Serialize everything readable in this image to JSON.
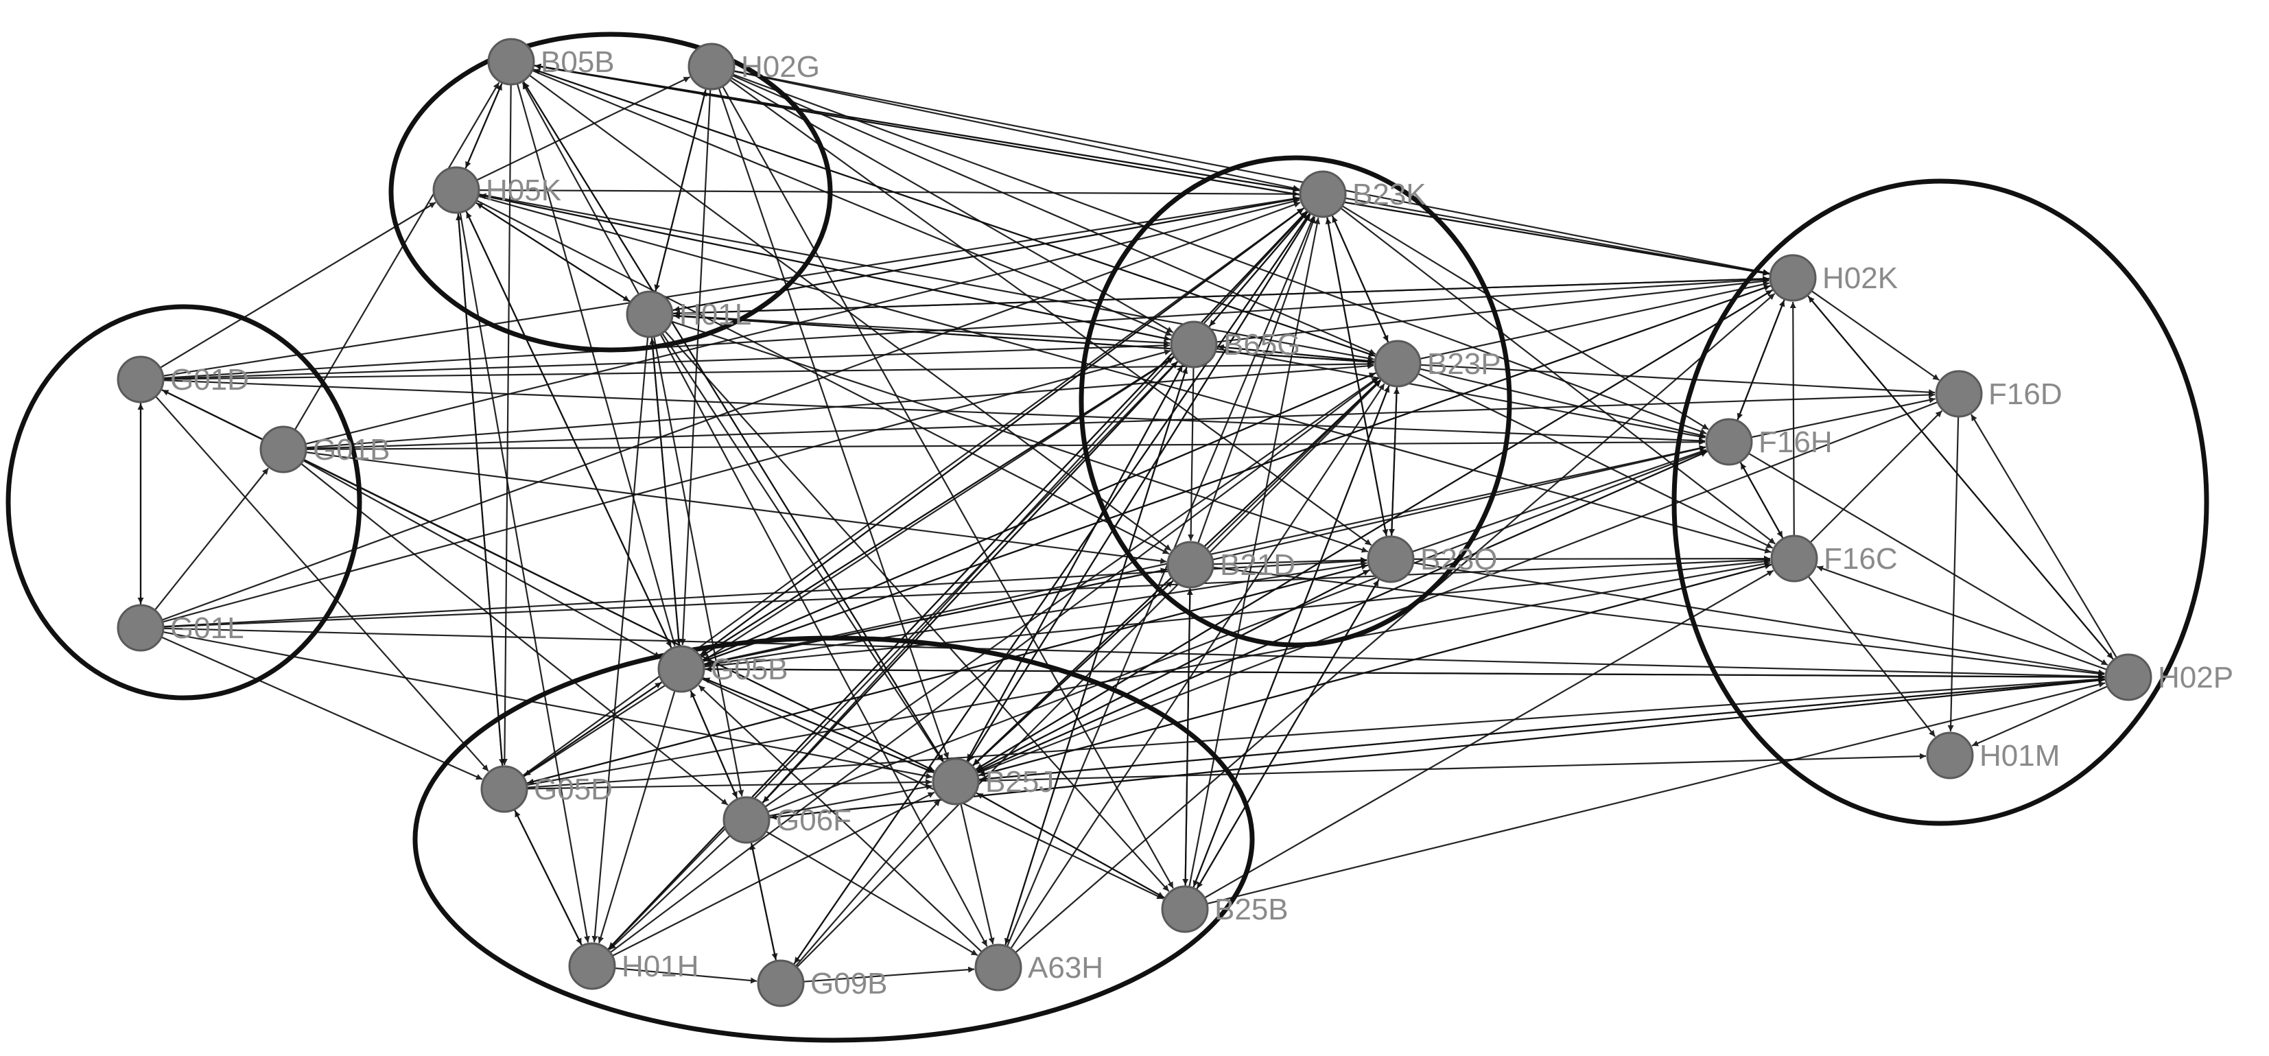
{
  "diagram": {
    "type": "directed-network",
    "clusters": [
      {
        "id": "cluster-upper-left",
        "members": [
          "B05B",
          "H02G",
          "H05K",
          "H01L"
        ]
      },
      {
        "id": "cluster-left",
        "members": [
          "G01D",
          "G01B",
          "G01L"
        ]
      },
      {
        "id": "cluster-center",
        "members": [
          "B23K",
          "B65G",
          "B23P",
          "B21D",
          "B23Q"
        ]
      },
      {
        "id": "cluster-right",
        "members": [
          "H02K",
          "F16D",
          "F16H",
          "F16C",
          "H02P",
          "H01M"
        ]
      },
      {
        "id": "cluster-bottom",
        "members": [
          "G05B",
          "G05D",
          "G06F",
          "B25J",
          "B25B",
          "H01H",
          "G09B",
          "A63H"
        ]
      }
    ],
    "nodes": [
      {
        "id": "B05B",
        "label": "B05B"
      },
      {
        "id": "H02G",
        "label": "H02G"
      },
      {
        "id": "H05K",
        "label": "H05K"
      },
      {
        "id": "H01L",
        "label": "H01L"
      },
      {
        "id": "G01D",
        "label": "G01D"
      },
      {
        "id": "G01B",
        "label": "G01B"
      },
      {
        "id": "G01L",
        "label": "G01L"
      },
      {
        "id": "B23K",
        "label": "B23K"
      },
      {
        "id": "B65G",
        "label": "B65G"
      },
      {
        "id": "B23P",
        "label": "B23P"
      },
      {
        "id": "B21D",
        "label": "B21D"
      },
      {
        "id": "B23Q",
        "label": "B23Q"
      },
      {
        "id": "H02K",
        "label": "H02K"
      },
      {
        "id": "F16D",
        "label": "F16D"
      },
      {
        "id": "F16H",
        "label": "F16H"
      },
      {
        "id": "F16C",
        "label": "F16C"
      },
      {
        "id": "H02P",
        "label": "H02P"
      },
      {
        "id": "H01M",
        "label": "H01M"
      },
      {
        "id": "G05B",
        "label": "G05B"
      },
      {
        "id": "G05D",
        "label": "G05D"
      },
      {
        "id": "G06F",
        "label": "G06F"
      },
      {
        "id": "B25J",
        "label": "B25J"
      },
      {
        "id": "B25B",
        "label": "B25B"
      },
      {
        "id": "H01H",
        "label": "H01H"
      },
      {
        "id": "G09B",
        "label": "G09B"
      },
      {
        "id": "A63H",
        "label": "A63H"
      }
    ],
    "edges": [
      [
        "H05K",
        "B05B"
      ],
      [
        "H01L",
        "B05B"
      ],
      [
        "H01L",
        "H02G"
      ],
      [
        "H05K",
        "H02G"
      ],
      [
        "B05B",
        "H05K"
      ],
      [
        "H01L",
        "H05K"
      ],
      [
        "H02G",
        "H01L"
      ],
      [
        "H05K",
        "H01L"
      ],
      [
        "G01B",
        "B05B"
      ],
      [
        "G01D",
        "H05K"
      ],
      [
        "B05B",
        "B23K"
      ],
      [
        "B05B",
        "B23P"
      ],
      [
        "B05B",
        "B65G"
      ],
      [
        "B05B",
        "B21D"
      ],
      [
        "B05B",
        "H02K"
      ],
      [
        "H02G",
        "B23K"
      ],
      [
        "H02G",
        "B65G"
      ],
      [
        "H02G",
        "B23P"
      ],
      [
        "H02G",
        "B23Q"
      ],
      [
        "H02G",
        "F16H"
      ],
      [
        "H02G",
        "H02K"
      ],
      [
        "H05K",
        "B23K"
      ],
      [
        "H05K",
        "B65G"
      ],
      [
        "H05K",
        "B23P"
      ],
      [
        "H05K",
        "B21D"
      ],
      [
        "H05K",
        "F16C"
      ],
      [
        "H01L",
        "B23K"
      ],
      [
        "H01L",
        "B65G"
      ],
      [
        "H01L",
        "B23P"
      ],
      [
        "H01L",
        "H02K"
      ],
      [
        "H01L",
        "B23Q"
      ],
      [
        "G01D",
        "G01L"
      ],
      [
        "G01L",
        "G01D"
      ],
      [
        "G01B",
        "G01D"
      ],
      [
        "G01L",
        "G01B"
      ],
      [
        "G01D",
        "B65G"
      ],
      [
        "G01D",
        "B23P"
      ],
      [
        "G01D",
        "F16H"
      ],
      [
        "G01D",
        "B23K"
      ],
      [
        "G01D",
        "H02K"
      ],
      [
        "G01D",
        "G05D"
      ],
      [
        "G01D",
        "B25J"
      ],
      [
        "G01B",
        "B23K"
      ],
      [
        "G01B",
        "B23P"
      ],
      [
        "G01B",
        "F16D"
      ],
      [
        "G01B",
        "F16H"
      ],
      [
        "G01B",
        "B21D"
      ],
      [
        "G01B",
        "G05B"
      ],
      [
        "G01B",
        "B25J"
      ],
      [
        "G01B",
        "G06F"
      ],
      [
        "G01L",
        "B65G"
      ],
      [
        "G01L",
        "B23K"
      ],
      [
        "G01L",
        "B23Q"
      ],
      [
        "G01L",
        "F16C"
      ],
      [
        "G01L",
        "G05D"
      ],
      [
        "G01L",
        "B25J"
      ],
      [
        "G01L",
        "H02P"
      ],
      [
        "B65G",
        "B23K"
      ],
      [
        "B23P",
        "B23K"
      ],
      [
        "B21D",
        "B23K"
      ],
      [
        "B23Q",
        "B23K"
      ],
      [
        "B23K",
        "B23P"
      ],
      [
        "B65G",
        "B23P"
      ],
      [
        "B21D",
        "B23P"
      ],
      [
        "B23Q",
        "B23P"
      ],
      [
        "B23K",
        "B65G"
      ],
      [
        "B23P",
        "B65G"
      ],
      [
        "B65G",
        "B21D"
      ],
      [
        "B23P",
        "B23Q"
      ],
      [
        "B21D",
        "B23Q"
      ],
      [
        "B23K",
        "B23Q"
      ],
      [
        "B23K",
        "H02K"
      ],
      [
        "B23K",
        "F16H"
      ],
      [
        "B23K",
        "F16C"
      ],
      [
        "B23P",
        "F16D"
      ],
      [
        "B23P",
        "F16H"
      ],
      [
        "B23P",
        "H02K"
      ],
      [
        "B23P",
        "F16C"
      ],
      [
        "B65G",
        "F16H"
      ],
      [
        "B65G",
        "H02K"
      ],
      [
        "B21D",
        "F16H"
      ],
      [
        "B21D",
        "H02P"
      ],
      [
        "B23Q",
        "F16C"
      ],
      [
        "B23Q",
        "F16H"
      ],
      [
        "B23Q",
        "H02P"
      ],
      [
        "F16H",
        "H02K"
      ],
      [
        "H02K",
        "F16H"
      ],
      [
        "F16C",
        "H02K"
      ],
      [
        "F16H",
        "F16C"
      ],
      [
        "F16C",
        "F16H"
      ],
      [
        "H02K",
        "F16D"
      ],
      [
        "F16H",
        "F16D"
      ],
      [
        "F16C",
        "F16D"
      ],
      [
        "H02P",
        "F16D"
      ],
      [
        "H02P",
        "H02K"
      ],
      [
        "H02P",
        "F16C"
      ],
      [
        "F16C",
        "H01M"
      ],
      [
        "F16D",
        "H01M"
      ],
      [
        "H02P",
        "H01M"
      ],
      [
        "H02K",
        "H02P"
      ],
      [
        "F16H",
        "H02P"
      ],
      [
        "G05B",
        "G05D"
      ],
      [
        "G05D",
        "G05B"
      ],
      [
        "G06F",
        "G05B"
      ],
      [
        "G05B",
        "G06F"
      ],
      [
        "B25J",
        "G05B"
      ],
      [
        "G05B",
        "B25J"
      ],
      [
        "G05D",
        "H01H"
      ],
      [
        "H01H",
        "G05D"
      ],
      [
        "G06F",
        "H01H"
      ],
      [
        "G06F",
        "G09B"
      ],
      [
        "G09B",
        "G06F"
      ],
      [
        "G05B",
        "H01H"
      ],
      [
        "B25J",
        "A63H"
      ],
      [
        "G09B",
        "A63H"
      ],
      [
        "B25J",
        "B25B"
      ],
      [
        "B25B",
        "B25J"
      ],
      [
        "G06F",
        "B25J"
      ],
      [
        "G05D",
        "B25J"
      ],
      [
        "H01H",
        "B25J"
      ],
      [
        "G09B",
        "B25J"
      ],
      [
        "G05B",
        "B25B"
      ],
      [
        "G06F",
        "A63H"
      ],
      [
        "H01H",
        "G09B"
      ],
      [
        "A63H",
        "G05B"
      ],
      [
        "G05B",
        "B23K"
      ],
      [
        "G05B",
        "B65G"
      ],
      [
        "G05B",
        "B23P"
      ],
      [
        "G05B",
        "B21D"
      ],
      [
        "G05B",
        "B23Q"
      ],
      [
        "G05B",
        "F16H"
      ],
      [
        "G05B",
        "H02K"
      ],
      [
        "G05B",
        "H02P"
      ],
      [
        "G05B",
        "F16C"
      ],
      [
        "G05D",
        "B23K"
      ],
      [
        "G05D",
        "B65G"
      ],
      [
        "G05D",
        "B23Q"
      ],
      [
        "G05D",
        "F16C"
      ],
      [
        "G05D",
        "H02P"
      ],
      [
        "G06F",
        "B23K"
      ],
      [
        "G06F",
        "B65G"
      ],
      [
        "G06F",
        "B23P"
      ],
      [
        "G06F",
        "F16H"
      ],
      [
        "G06F",
        "H02P"
      ],
      [
        "B25J",
        "B23K"
      ],
      [
        "B25J",
        "B65G"
      ],
      [
        "B25J",
        "B23P"
      ],
      [
        "B25J",
        "B21D"
      ],
      [
        "B25J",
        "B23Q"
      ],
      [
        "B25J",
        "F16H"
      ],
      [
        "B25J",
        "F16C"
      ],
      [
        "B25J",
        "H02K"
      ],
      [
        "B25J",
        "H02P"
      ],
      [
        "B25J",
        "H01M"
      ],
      [
        "B25B",
        "B23K"
      ],
      [
        "B25B",
        "B23P"
      ],
      [
        "B25B",
        "B21D"
      ],
      [
        "B25B",
        "B23Q"
      ],
      [
        "B25B",
        "F16C"
      ],
      [
        "B25B",
        "H02P"
      ],
      [
        "H01H",
        "B23K"
      ],
      [
        "H01H",
        "B65G"
      ],
      [
        "H01H",
        "B23P"
      ],
      [
        "A63H",
        "B23K"
      ],
      [
        "A63H",
        "B65G"
      ],
      [
        "A63H",
        "B23P"
      ],
      [
        "A63H",
        "H02K"
      ],
      [
        "G09B",
        "B23K"
      ],
      [
        "G09B",
        "B23P"
      ],
      [
        "B05B",
        "G05B"
      ],
      [
        "B05B",
        "G05D"
      ],
      [
        "B05B",
        "B25J"
      ],
      [
        "H02G",
        "G05B"
      ],
      [
        "H02G",
        "B25J"
      ],
      [
        "H02G",
        "B25B"
      ],
      [
        "H05K",
        "G05D"
      ],
      [
        "H05K",
        "H01H"
      ],
      [
        "H05K",
        "G05B"
      ],
      [
        "H01L",
        "G05B"
      ],
      [
        "H01L",
        "G06F"
      ],
      [
        "H01L",
        "B25J"
      ],
      [
        "H01L",
        "H01H"
      ],
      [
        "H01L",
        "A63H"
      ],
      [
        "H01L",
        "B25B"
      ],
      [
        "G05B",
        "H05K"
      ],
      [
        "G05D",
        "H05K"
      ],
      [
        "B25J",
        "B05B"
      ],
      [
        "G05B",
        "H01L"
      ],
      [
        "B23K",
        "H01L"
      ],
      [
        "B23P",
        "H01L"
      ],
      [
        "B65G",
        "H05K"
      ],
      [
        "B23K",
        "B05B"
      ],
      [
        "B23P",
        "B05B"
      ],
      [
        "H02K",
        "B05B"
      ],
      [
        "H02K",
        "H01L"
      ],
      [
        "H02K",
        "G05B"
      ],
      [
        "H02K",
        "B25J"
      ],
      [
        "F16H",
        "B25J"
      ],
      [
        "F16C",
        "B25J"
      ],
      [
        "F16D",
        "B25J"
      ],
      [
        "H02P",
        "B25J"
      ],
      [
        "H02P",
        "G05B"
      ],
      [
        "H02P",
        "G06F"
      ],
      [
        "B65G",
        "B25J"
      ],
      [
        "B23P",
        "B25J"
      ],
      [
        "B21D",
        "B25J"
      ],
      [
        "B23K",
        "B25J"
      ],
      [
        "B23Q",
        "B25J"
      ],
      [
        "B23K",
        "G05B"
      ],
      [
        "B65G",
        "G05B"
      ],
      [
        "B23P",
        "G05B"
      ],
      [
        "B21D",
        "G05B"
      ],
      [
        "B23Q",
        "G05D"
      ],
      [
        "B23K",
        "H01H"
      ],
      [
        "B65G",
        "G06F"
      ],
      [
        "B23P",
        "B25B"
      ],
      [
        "B21D",
        "B25B"
      ],
      [
        "B23Q",
        "B25B"
      ],
      [
        "B65G",
        "A63H"
      ],
      [
        "B23K",
        "G09B"
      ]
    ]
  }
}
